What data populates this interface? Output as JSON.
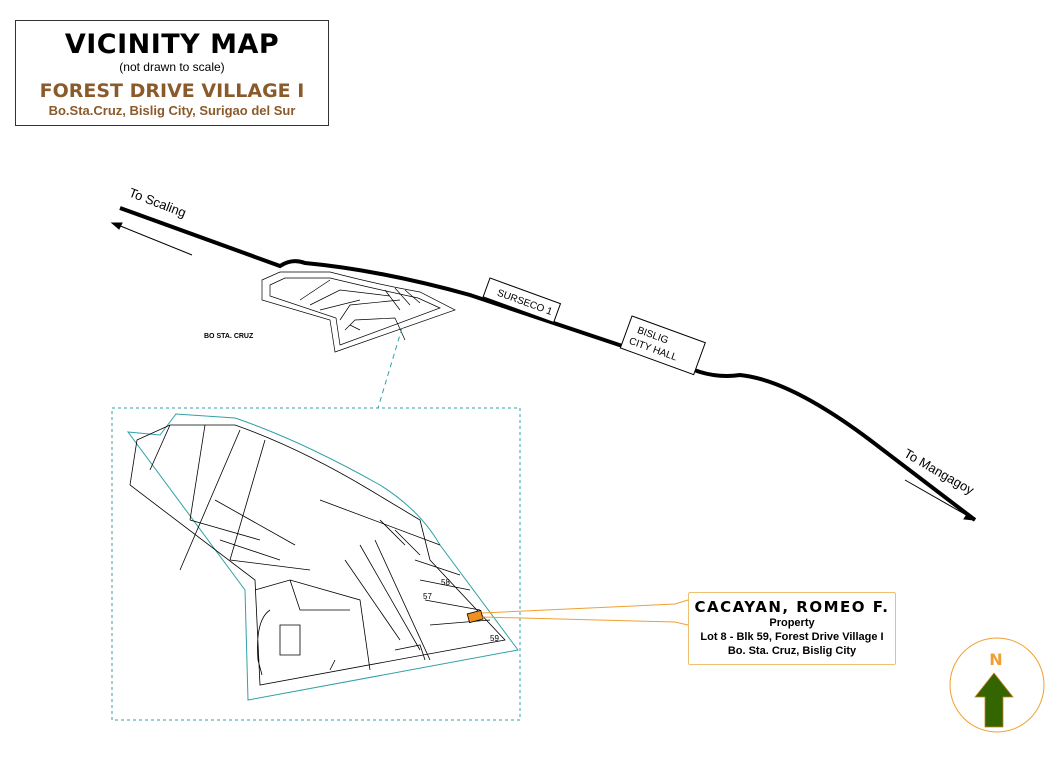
{
  "title_block": {
    "title": "VICINITY MAP",
    "subtitle": "(not drawn to scale)",
    "village": "FOREST DRIVE VILLAGE I",
    "location": "Bo.Sta.Cruz, Bislig City, Surigao del Sur"
  },
  "map_labels": {
    "to_scaling": "To Scaling",
    "to_mangagoy": "To Mangagoy",
    "surseco": "SURSECO 1",
    "city_hall_1": "BISLIG",
    "city_hall_2": "CITY  HALL",
    "bo_sta_cruz": "BO STA. CRUZ",
    "blocks": [
      "58",
      "57",
      "59"
    ]
  },
  "property": {
    "owner": "CACAYAN, ROMEO F.",
    "type": "Property",
    "lot": "Lot 8 - Blk 59, Forest Drive Village I",
    "address": "Bo.  Sta. Cruz, Bislig City"
  },
  "north_arrow": {
    "label": "N"
  },
  "colors": {
    "brown": "#8b5a2b",
    "orange": "#f0a030",
    "teal": "#30a0a8",
    "arrow_green": "#336600"
  }
}
